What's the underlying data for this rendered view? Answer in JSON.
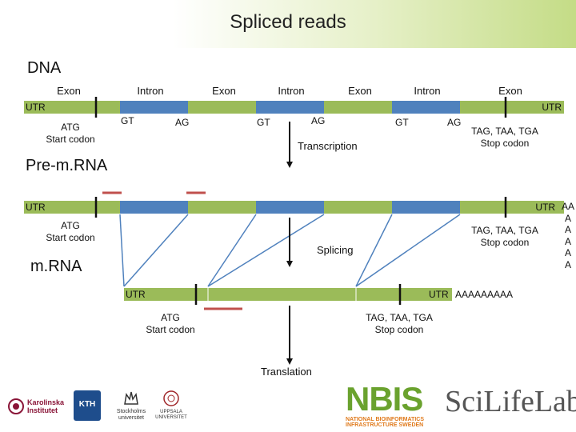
{
  "title": "Spliced reads",
  "sections": {
    "dna": "DNA",
    "pre_mrna": "Pre-m.RNA",
    "mrna": "m.RNA"
  },
  "dna": {
    "top_labels": [
      "Exon",
      "Intron",
      "Exon",
      "Intron",
      "Exon",
      "Intron",
      "Exon"
    ],
    "utr_left": "UTR",
    "utr_right": "UTR",
    "gt": "GT",
    "ag": "AG",
    "start_codon": [
      "ATG",
      "Start codon"
    ],
    "stop_codon": [
      "TAG, TAA, TGA",
      "Stop codon"
    ]
  },
  "transcription": "Transcription",
  "pre_mrna": {
    "utr_left": "UTR",
    "utr_right": "UTR",
    "poly_a_tail": [
      "AA",
      "A",
      "A",
      "A",
      "A",
      "A"
    ],
    "start_codon": [
      "ATG",
      "Start codon"
    ],
    "stop_codon": [
      "TAG, TAA, TGA",
      "Stop codon"
    ]
  },
  "splicing": "Splicing",
  "mrna": {
    "utr_left": "UTR",
    "utr_right": "UTR",
    "poly_a_tail": "AAAAAAAAA",
    "start_codon": [
      "ATG",
      "Start codon"
    ],
    "stop_codon": [
      "TAG, TAA, TGA",
      "Stop codon"
    ]
  },
  "translation": "Translation",
  "logos": {
    "karolinska": [
      "Karolinska",
      "Institutet"
    ],
    "kth": "KTH",
    "stockholm": [
      "Stockholms",
      "universitet"
    ],
    "uppsala": [
      "UPPSALA",
      "UNIVERSITET"
    ],
    "nbis": "NBIS",
    "nbis_sub": [
      "NATIONAL BIOINFORMATICS",
      "INFRASTRUCTURE SWEDEN"
    ],
    "scilifelab": "SciLifeLab"
  },
  "colors": {
    "exon": "#9bbb59",
    "intron": "#4f81bd",
    "splice_read": "#c0504d",
    "arrow": "#111111",
    "title_gradient_end": "#c4dc86"
  }
}
